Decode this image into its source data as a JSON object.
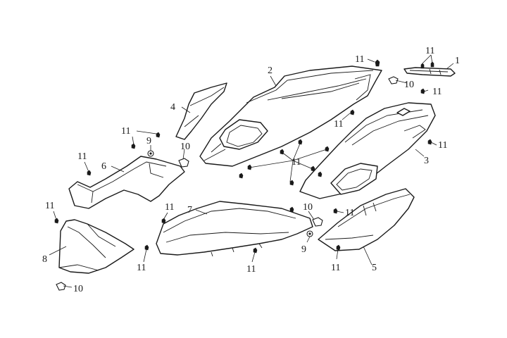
{
  "diagram": {
    "type": "exploded-parts-view",
    "callouts": {
      "c1": "1",
      "c2": "2",
      "c3": "3",
      "c4": "4",
      "c5": "5",
      "c6": "6",
      "c7": "7",
      "c8": "8",
      "c9a": "9",
      "c9b": "9",
      "c10a": "10",
      "c10b": "10",
      "c10c": "10",
      "c10d": "10",
      "c11a": "11",
      "c11b": "11",
      "c11c": "11",
      "c11d": "11",
      "c11e": "11",
      "c11f": "11",
      "c11g": "11",
      "c11h": "11",
      "c11i": "11",
      "c11j": "11",
      "c11k": "11",
      "c11l": "11",
      "c11m": "11",
      "c11n": "11"
    }
  }
}
